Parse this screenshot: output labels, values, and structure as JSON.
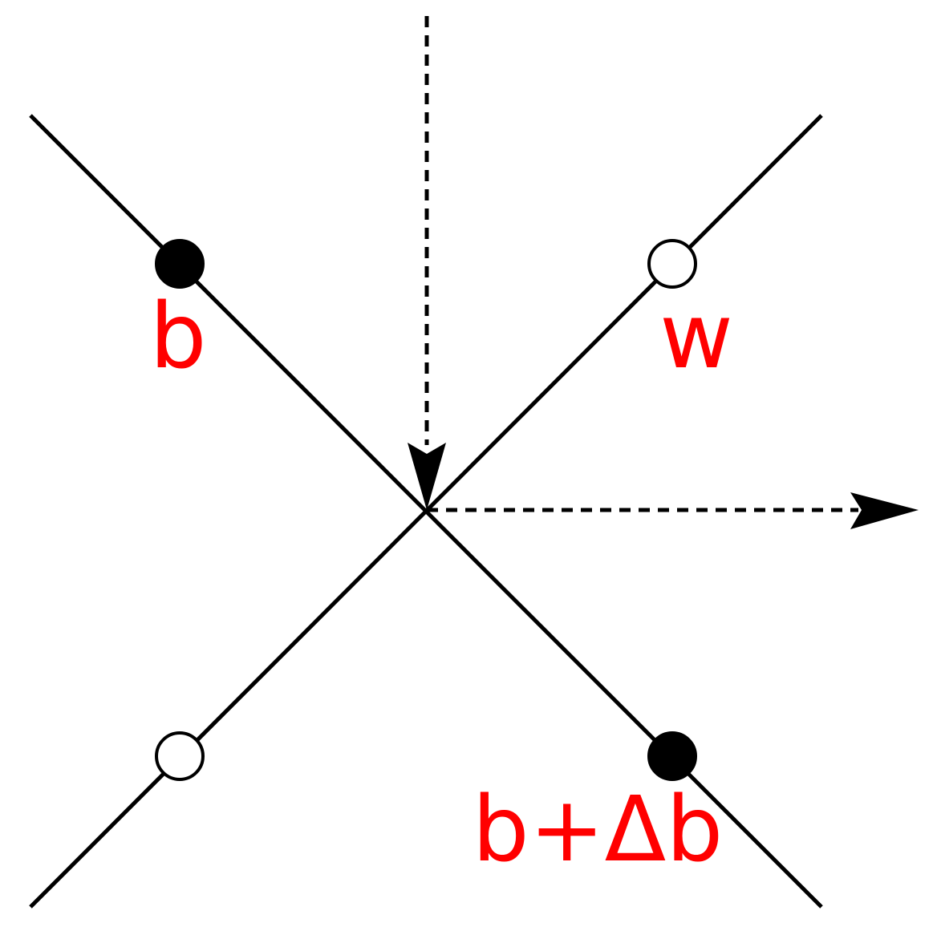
{
  "labels": {
    "black_top": "b",
    "white_top": "w",
    "black_bottom": "b+Δb"
  },
  "colors": {
    "line": "#000000",
    "label": "#ff0000",
    "black_node": "#000000",
    "white_node": "#ffffff"
  }
}
